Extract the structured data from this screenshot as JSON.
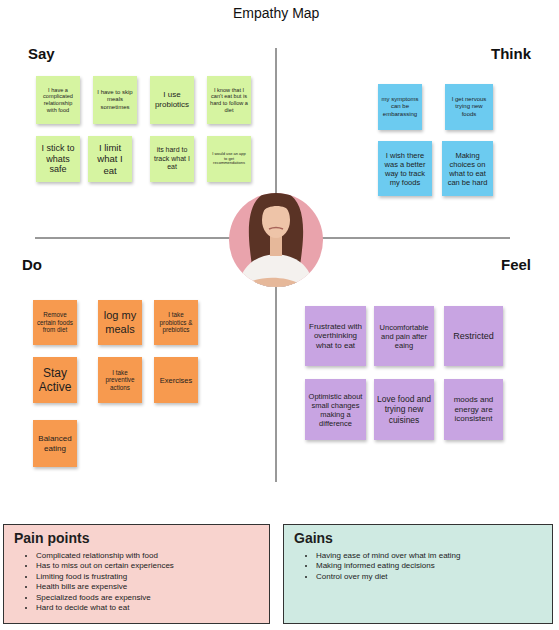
{
  "diagram": {
    "title": "Empathy Map",
    "nodes": [
      {
        "text": [
          "I have a complicated relationship with food"
        ]
      },
      {
        "text": [
          "I have to skip meals sometimes"
        ]
      },
      {
        "text": [
          "I use probiotics"
        ]
      },
      {
        "text": [
          "I know that I can't eat but is hard to follow a diet"
        ]
      },
      {
        "text": [
          "I stick to whats safe"
        ]
      },
      {
        "text": [
          "I limit what I eat"
        ]
      },
      {
        "text": [
          "its hard to track what I eat"
        ]
      },
      {
        "text": [
          "I would use an app to get recommendations"
        ]
      },
      {
        "text": [
          "my symptoms can be embarassing"
        ]
      },
      {
        "text": [
          "I get nervous trying new foods"
        ]
      },
      {
        "text": [
          "I wish there was a better way to track my foods"
        ]
      },
      {
        "text": [
          "Making choices on what to eat can be hard"
        ]
      },
      {
        "text": [
          "Remove certain foods from diet"
        ]
      },
      {
        "text": [
          "log my meals"
        ]
      },
      {
        "text": [
          "I take probiotics & prebiotics"
        ]
      },
      {
        "text": [
          "Stay Active"
        ]
      },
      {
        "text": [
          "I take preventive actions"
        ]
      },
      {
        "text": [
          "Exercises"
        ]
      },
      {
        "text": [
          "Balanced eating"
        ]
      },
      {
        "text": [
          "Frustrated with overthinking what to eat"
        ]
      },
      {
        "text": [
          "Uncomfortable and pain after eaing"
        ]
      },
      {
        "text": [
          "Restricted"
        ]
      },
      {
        "text": [
          "Optimistic about small changes making a difference"
        ]
      },
      {
        "text": [
          "Love food and trying new cuisines"
        ]
      },
      {
        "text": [
          "moods and energy are iconsistent"
        ]
      },
      {
        "text": [
          "Pain points",
          "Complicated relationship with food",
          "Has to miss out on certain experiences",
          "Limiting food is frustrating",
          "Health bills are expensive",
          "Specialized foods are expensive",
          "Hard to decide what to eat"
        ]
      },
      {
        "text": [
          "Gains",
          "Having ease of mind over what im eating",
          "Making informed eating decisions",
          "Control over my diet"
        ]
      }
    ],
    "labels": [
      "Say",
      "Think",
      "Do",
      "Feel"
    ]
  }
}
